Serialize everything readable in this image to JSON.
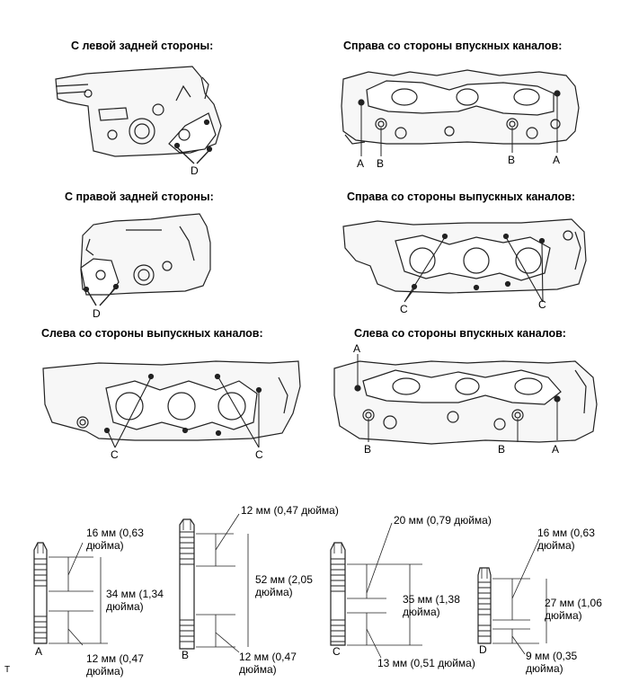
{
  "views": {
    "left_rear": "С левой задней стороны:",
    "intake_right": "Справа со стороны впускных каналов:",
    "right_rear": "С правой задней стороны:",
    "exhaust_right": "Справа со стороны выпускных каналов:",
    "exhaust_left": "Слева со стороны выпускных каналов:",
    "intake_left": "Слева со стороны впускных каналов:"
  },
  "callouts": {
    "a": "A",
    "b": "B",
    "c": "C",
    "d": "D"
  },
  "studs": {
    "a": {
      "label": "A",
      "top": "16 мм (0,63 дюйма)",
      "mid": "34 мм (1,34 дюйма)",
      "bottom": "12 мм (0,47 дюйма)"
    },
    "b": {
      "label": "B",
      "top": "12 мм (0,47 дюйма)",
      "mid": "52 мм (2,05 дюйма)",
      "bottom": "12 мм (0,47 дюйма)"
    },
    "c": {
      "label": "C",
      "top": "20 мм (0,79 дюйма)",
      "mid": "35 мм (1,38 дюйма)",
      "bottom": "13 мм (0,51 дюйма)"
    },
    "d": {
      "label": "D",
      "top": "16 мм (0,63 дюйма)",
      "mid": "27 мм (1,06 дюйма)",
      "bottom": "9 мм (0,35 дюйма)"
    }
  },
  "corner_mark": "T"
}
